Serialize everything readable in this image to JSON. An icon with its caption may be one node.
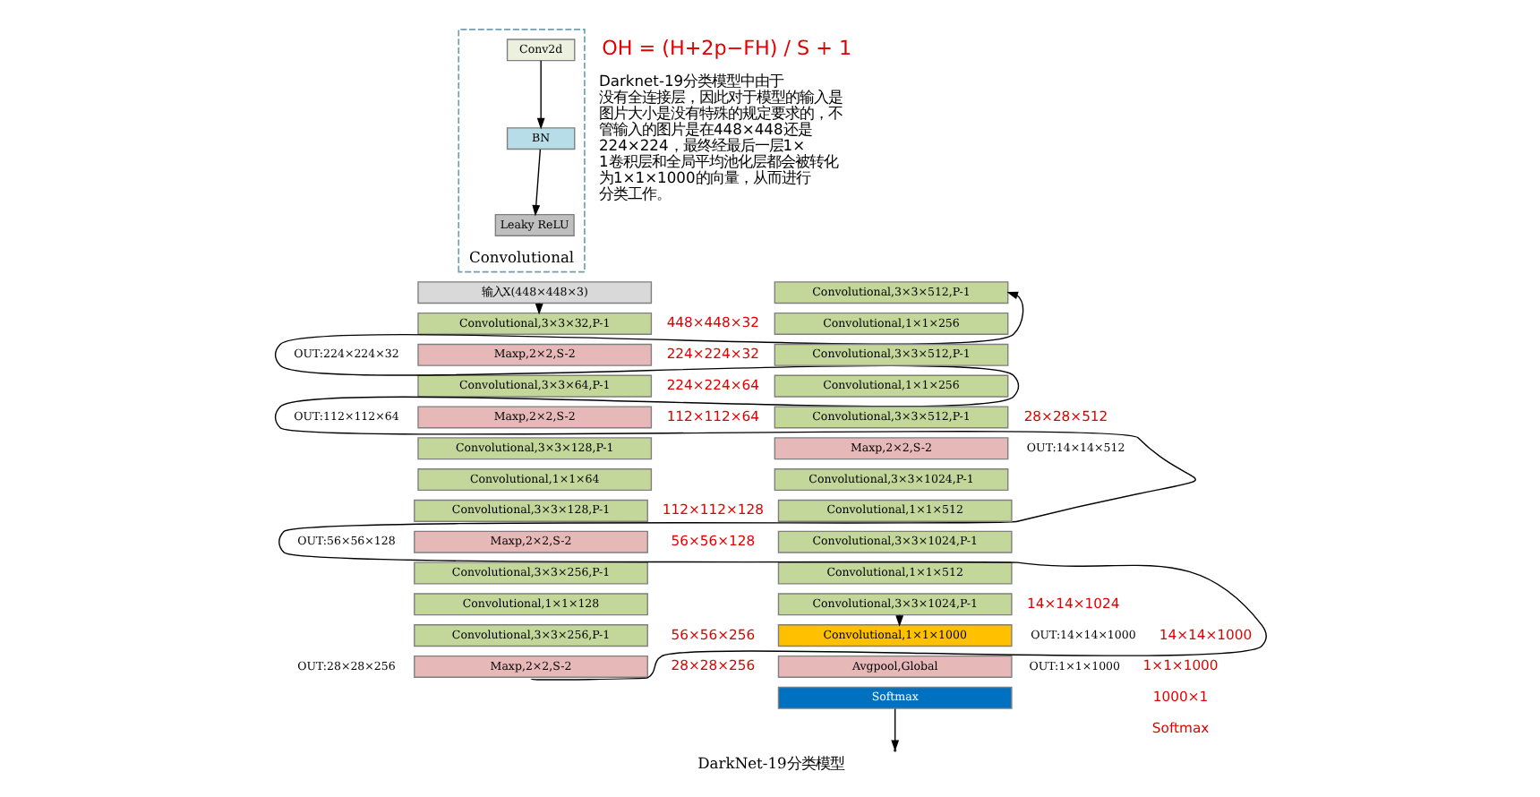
{
  "diagram": {
    "caption": "DarkNet-19分类模型",
    "nodes": [
      {
        "text": [
          "Convolutional"
        ]
      },
      {
        "text": [
          "Conv2d"
        ],
        "in": 0
      },
      {
        "text": [
          "BN"
        ],
        "in": 0
      },
      {
        "text": [
          "Leaky ReLU"
        ],
        "in": 0
      },
      {
        "text": [
          "输入X(448×448×3)"
        ]
      },
      {
        "text": [
          "Convolutional,3×3×32,P-1"
        ]
      },
      {
        "text": [
          "Maxp,2×2,S-2"
        ],
        "beside": [
          "OUT:224×224×32"
        ]
      },
      {
        "text": [
          "Convolutional,3×3×64,P-1"
        ]
      },
      {
        "text": [
          "Maxp,2×2,S-2"
        ],
        "beside": [
          "OUT:112×112×64"
        ]
      },
      {
        "text": [
          "Convolutional,3×3×128,P-1"
        ]
      },
      {
        "text": [
          "Convolutional,1×1×64"
        ]
      },
      {
        "text": [
          "Convolutional,3×3×128,P-1"
        ]
      },
      {
        "text": [
          "Maxp,2×2,S-2"
        ],
        "beside": [
          "OUT:56×56×128"
        ]
      },
      {
        "text": [
          "Convolutional,3×3×256,P-1"
        ]
      },
      {
        "text": [
          "Convolutional,1×1×128"
        ]
      },
      {
        "text": [
          "Convolutional,3×3×256,P-1"
        ]
      },
      {
        "text": [
          "Maxp,2×2,S-2"
        ],
        "beside": [
          "OUT:28×28×256"
        ]
      },
      {
        "text": [
          "Convolutional,3×3×512,P-1"
        ]
      },
      {
        "text": [
          "Convolutional,1×1×256"
        ]
      },
      {
        "text": [
          "Convolutional,3×3×512,P-1"
        ]
      },
      {
        "text": [
          "Convolutional,1×1×256"
        ]
      },
      {
        "text": [
          "Convolutional,3×3×512,P-1"
        ]
      },
      {
        "text": [
          "Maxp,2×2,S-2"
        ],
        "beside": [
          "OUT:14×14×512"
        ]
      },
      {
        "text": [
          "Convolutional,3×3×1024,P-1"
        ]
      },
      {
        "text": [
          "Convolutional,1×1×512"
        ]
      },
      {
        "text": [
          "Convolutional,3×3×1024,P-1"
        ]
      },
      {
        "text": [
          "Convolutional,1×1×512"
        ]
      },
      {
        "text": [
          "Convolutional,3×3×1024,P-1"
        ]
      },
      {
        "text": [
          "Convolutional,1×1×1000"
        ],
        "beside": [
          "OUT:14×14×1000"
        ]
      },
      {
        "text": [
          "Avgpool,Global"
        ],
        "beside": [
          "OUT:1×1×1000"
        ]
      },
      {
        "text": [
          "Softmax"
        ]
      }
    ],
    "edges": [
      {
        "from": 1,
        "to": 2,
        "arrow": "to"
      },
      {
        "from": 2,
        "to": 3,
        "arrow": "to"
      },
      {
        "from": 4,
        "to": 5,
        "arrow": "to"
      },
      {
        "from": 16,
        "to": 17,
        "arrow": "to"
      },
      {
        "from": 27,
        "to": 28,
        "arrow": "to"
      },
      {
        "from": 30,
        "to": null,
        "arrow": "to"
      }
    ],
    "labels": [
      "OH = (H+2p−FH) / S + 1",
      "448×448×32",
      "224×224×32",
      "224×224×64",
      "112×112×64",
      "112×112×128",
      "56×56×128",
      "56×56×256",
      "28×28×256",
      "28×28×512",
      "14×14×1024",
      "14×14×1000",
      "1×1×1000",
      "1000×1",
      "Softmax",
      "Darknet-19分类模型中由于没有全连接层，因此对于模型的输入是图片大小是没有特殊的规定要求的，不管输入的图片是在448×448还是224×224，最终经最后一层1×1卷积层和全局平均池化层都会被转化为1×1×1000的向量，从而进行分类工作。"
    ]
  }
}
